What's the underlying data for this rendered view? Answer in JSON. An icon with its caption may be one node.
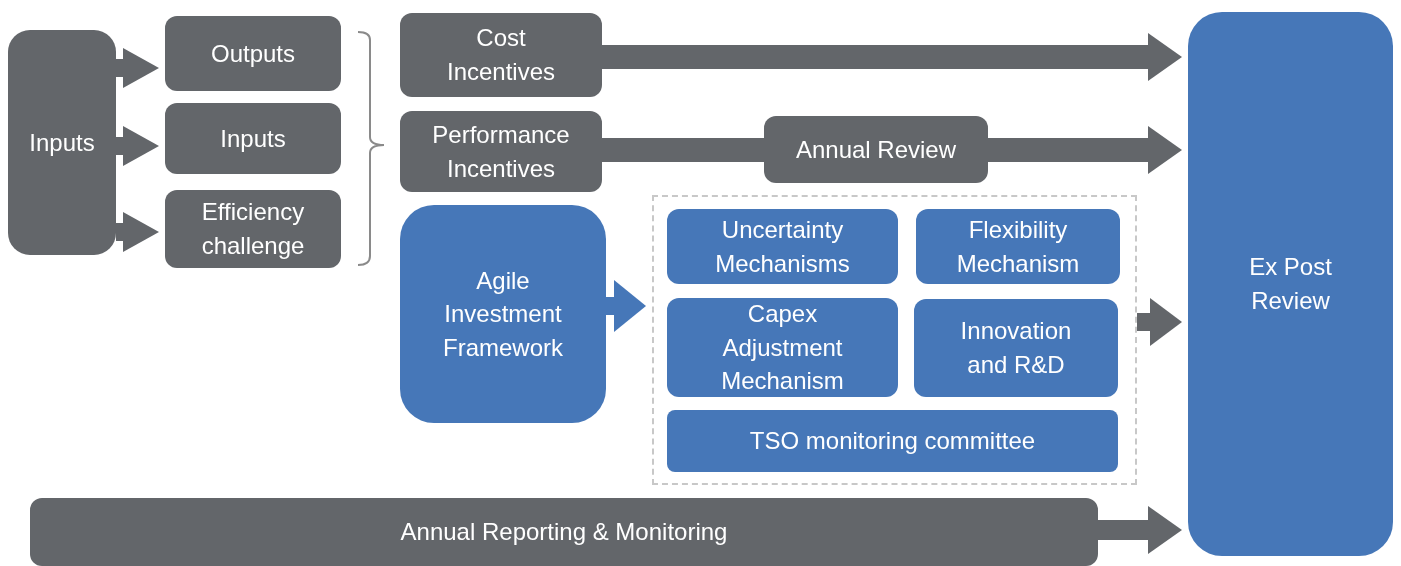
{
  "diagram": {
    "nodes": [
      {
        "text": [
          "Inputs"
        ]
      },
      {
        "text": [
          "Outputs"
        ]
      },
      {
        "text": [
          "Inputs"
        ]
      },
      {
        "text": [
          "Efficiency challenge"
        ]
      },
      {
        "text": [
          "Cost Incentives"
        ]
      },
      {
        "text": [
          "Performance Incentives"
        ]
      },
      {
        "text": [
          "Agile Investment Framework"
        ]
      },
      {
        "text": [
          "Annual Review"
        ]
      },
      {
        "text": [],
        "shape": "box"
      },
      {
        "text": [
          "Uncertainty Mechanisms"
        ],
        "in": 8
      },
      {
        "text": [
          "Flexibility Mechanism"
        ],
        "in": 8
      },
      {
        "text": [
          "Capex Adjustment Mechanism"
        ],
        "in": 8
      },
      {
        "text": [
          "Innovation and R&D"
        ],
        "in": 8
      },
      {
        "text": [
          "TSO monitoring committee"
        ],
        "in": 8
      },
      {
        "text": [
          "Annual Reporting & Monitoring"
        ]
      },
      {
        "text": [
          "Ex Post Review"
        ]
      }
    ],
    "edges": [
      {
        "from": 0,
        "to": 1,
        "arrow": "to"
      },
      {
        "from": 0,
        "to": 2,
        "arrow": "to"
      },
      {
        "from": 0,
        "to": 3,
        "arrow": "to"
      },
      {
        "from": 4,
        "to": 15,
        "arrow": "to"
      },
      {
        "from": 5,
        "to": 7,
        "arrow": "none"
      },
      {
        "from": 7,
        "to": 15,
        "arrow": "to"
      },
      {
        "from": 6,
        "to": 8,
        "arrow": "to",
        "color": "#4677b8"
      },
      {
        "from": 8,
        "to": 15,
        "arrow": "to"
      },
      {
        "from": 14,
        "to": 15,
        "arrow": "to"
      }
    ]
  }
}
